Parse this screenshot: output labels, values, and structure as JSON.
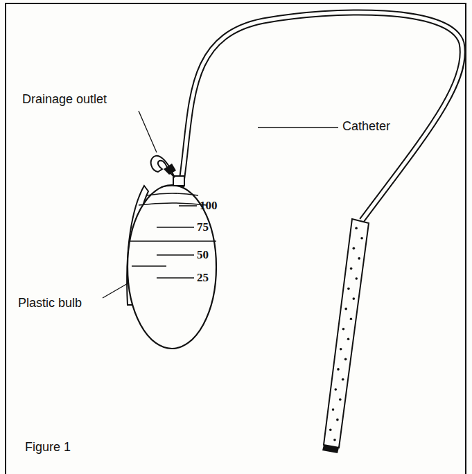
{
  "diagram": {
    "caption": "Figure 1",
    "labels": [
      "Drainage outlet",
      "Catheter",
      "Plastic bulb",
      "100",
      "75",
      "50",
      "25"
    ]
  }
}
